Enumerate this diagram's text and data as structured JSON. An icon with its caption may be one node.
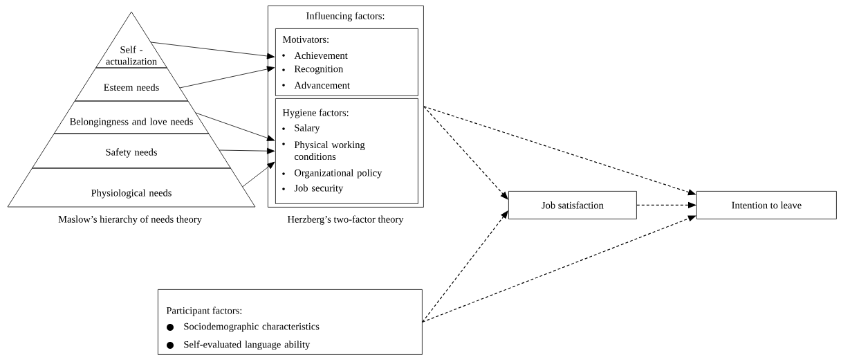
{
  "diagram": {
    "nodes": [
      {
        "text": [
          "Self -actualization"
        ]
      },
      {
        "text": [
          "Esteem needs"
        ]
      },
      {
        "text": [
          "Belongingness and love needs"
        ]
      },
      {
        "text": [
          "Safety needs"
        ]
      },
      {
        "text": [
          "Physiological needs"
        ]
      },
      {
        "text": [
          "Influencing factors:"
        ],
        "beside": [
          "Herzberg’s two-factor theory"
        ]
      },
      {
        "text": [
          "Motivators:",
          "Achievement",
          "Recognition",
          "Advancement"
        ],
        "in": 5
      },
      {
        "text": [
          "Hygiene factors:",
          "Salary",
          "Physical working conditions",
          "Organizational policy",
          "Job security"
        ],
        "in": 5
      },
      {
        "text": [
          "Job satisfaction"
        ]
      },
      {
        "text": [
          "Intention to leave"
        ]
      },
      {
        "text": [
          "Participant factors:",
          "Sociodemographic characteristics",
          "Self-evaluated language ability"
        ]
      }
    ],
    "edges": [
      {
        "from": 0,
        "to": 6,
        "arrow": "to"
      },
      {
        "from": 1,
        "to": 6,
        "arrow": "to"
      },
      {
        "from": 2,
        "to": 7,
        "arrow": "to"
      },
      {
        "from": 3,
        "to": 7,
        "arrow": "to"
      },
      {
        "from": 4,
        "to": 7,
        "arrow": "to"
      },
      {
        "from": 5,
        "to": 8,
        "arrow": "to",
        "style": "dashed"
      },
      {
        "from": 5,
        "to": 9,
        "arrow": "to",
        "style": "dashed"
      },
      {
        "from": 8,
        "to": 9,
        "arrow": "to",
        "style": "dashed"
      },
      {
        "from": 10,
        "to": 8,
        "arrow": "to",
        "style": "dashed"
      },
      {
        "from": 10,
        "to": 9,
        "arrow": "to",
        "style": "dashed"
      }
    ],
    "labels": [
      "Maslow’s hierarchy of needs theory"
    ]
  }
}
